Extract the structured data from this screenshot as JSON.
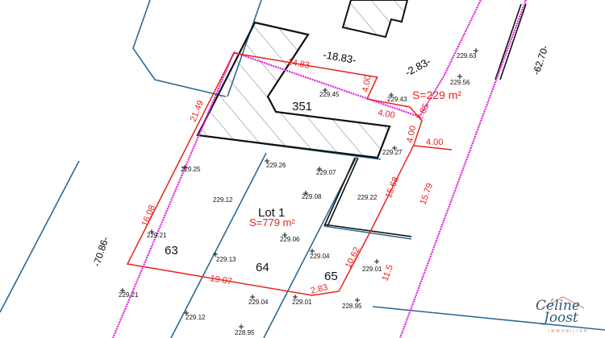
{
  "colors": {
    "boundary": "#e020e0",
    "red": "#e8231c",
    "blue": "#2a6a96",
    "black": "#111111"
  },
  "lot": {
    "title": "Lot 1",
    "area": "S=779 m²"
  },
  "annex": {
    "area": "S=229 m²"
  },
  "parcels": [
    "351",
    "63",
    "64",
    "65"
  ],
  "dimensions": {
    "d1": "-18.83-",
    "d2": "-2.83-",
    "d3": "-62.70-",
    "d4": "-70.86-",
    "d5": "14.83",
    "d6": "21.49",
    "d7": "16.08",
    "d8": "19.07",
    "d9": "2.83",
    "d10": "10.62",
    "d11": "15.68",
    "d12": "15.79",
    "d13": "11.5",
    "d14": "4.00",
    "d15": "4.00",
    "d16": "4.00",
    "d17": "4.00",
    "d18": "2.85"
  },
  "altitudes": [
    "229.63",
    "229.56",
    "229.45",
    "229.43",
    "229.27",
    "229.25",
    "229.26",
    "229.07",
    "229.08",
    "229.12",
    "229.22",
    "229.21",
    "229.06",
    "229.13",
    "229.04",
    "229.01",
    "229.21",
    "229.04",
    "229.01",
    "228.95",
    "229.12",
    "228.95"
  ],
  "logo": {
    "line1": "Céline",
    "line2": "Joost",
    "line3": "IMMOBILIER"
  }
}
